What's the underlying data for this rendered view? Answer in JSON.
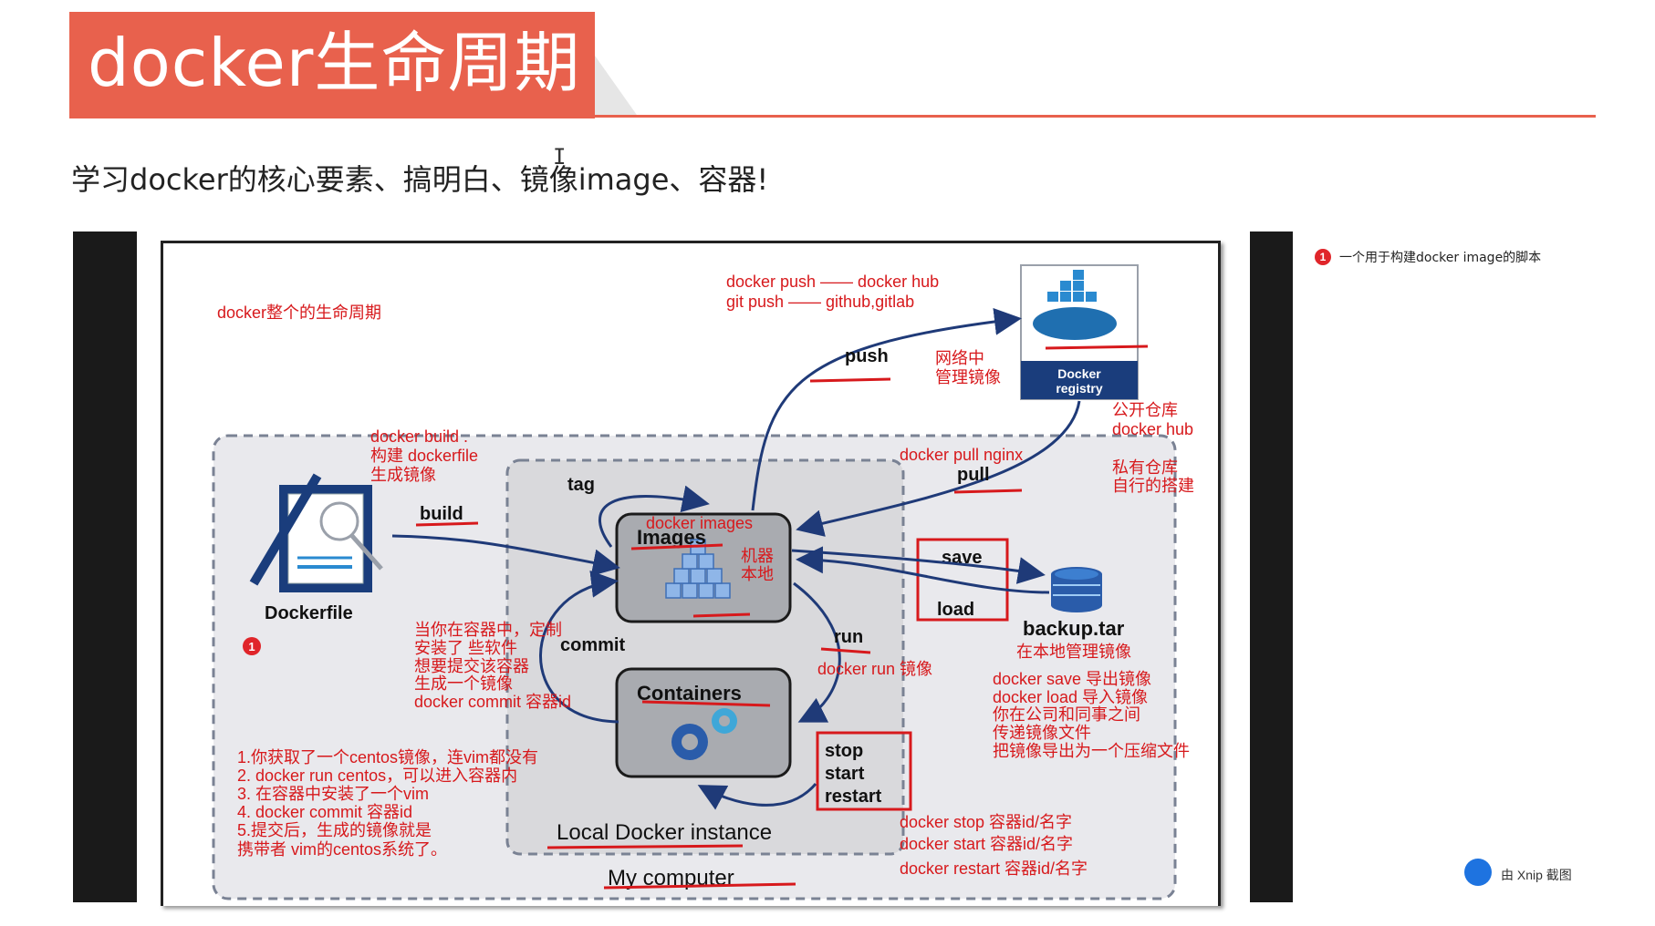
{
  "header": {
    "title": "docker生命周期",
    "subtitle": "学习docker的核心要素、搞明白、镜像image、容器!"
  },
  "diagram": {
    "labels": {
      "lifecycle": "docker整个的生命周期",
      "push_text_1": "docker push —— docker hub",
      "push_text_2": "git push   —— github,gitlab",
      "push": "push",
      "net_1": "网络中",
      "net_2": "管理镜像",
      "registry_1": "Docker",
      "registry_2": "registry",
      "pub_1": "公开仓库",
      "pub_2": "docker hub",
      "pri_1": "私有仓库",
      "pri_2": "自行的搭建",
      "build_1": "docker build .",
      "build_2": "构建 dockerfile",
      "build_3": "生成镜像",
      "pull_text": "docker pull nginx",
      "pull": "pull",
      "tag": "tag",
      "build": "build",
      "docker_images": "docker images",
      "images": "Images",
      "local_1": "机器",
      "local_2": "本地",
      "save": "save",
      "load": "load",
      "dockerfile": "Dockerfile",
      "backup": "backup.tar",
      "backup_note": "在本地管理镜像",
      "commit_1": "当你在容器中，定制",
      "commit_2": "安装了 些软件",
      "commit_3": "想要提交该容器",
      "commit_4": "生成一个镜像",
      "commit_5": "docker commit 容器id",
      "commit": "commit",
      "run": "run",
      "run_text": "docker run 镜像",
      "save_1": "docker save 导出镜像",
      "save_2": "docker load 导入镜像",
      "save_3": "你在公司和同事之间",
      "save_4": "传递镜像文件",
      "save_5": "把镜像导出为一个压缩文件",
      "containers": "Containers",
      "stop": "stop",
      "start": "start",
      "restart": "restart",
      "steps_1": "1.你获取了一个centos镜像，连vim都没有",
      "steps_2": "2. docker run centos，可以进入容器内",
      "steps_3": "3. 在容器中安装了一个vim",
      "steps_4": "4. docker commit 容器id",
      "steps_5": "5.提交后，生成的镜像就是",
      "steps_6": "携带者 vim的centos系统了。",
      "cmd_stop": "docker stop  容器id/名字",
      "cmd_start": "docker start  容器id/名字",
      "cmd_restart": "docker restart  容器id/名字",
      "local_instance": "Local Docker instance",
      "my_computer": "My computer",
      "marker": "1"
    }
  },
  "sidebar_note": {
    "marker": "1",
    "text": "一个用于构建docker image的脚本"
  },
  "watermark": "由 Xnip 截图",
  "colors": {
    "accent": "#e8614d",
    "annotation": "#d7191c",
    "arrow": "#1f3a78"
  }
}
